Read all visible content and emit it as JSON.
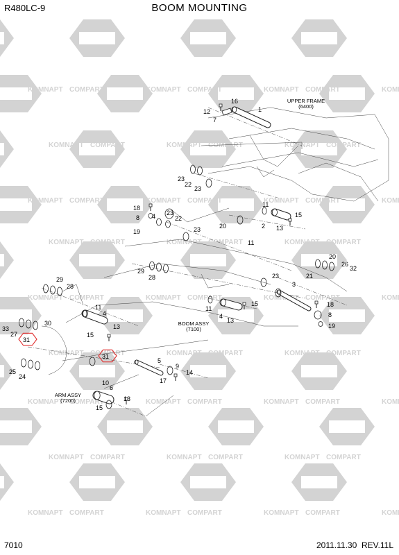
{
  "header": {
    "model": "R480LC-9",
    "title": "BOOM MOUNTING"
  },
  "footer": {
    "page_number": "7010",
    "date": "2011.11.30",
    "revision": "REV.11L"
  },
  "watermark": {
    "logo_a": "KOMNAPT",
    "logo_b": "COMPART",
    "color": "#d3d3d3"
  },
  "highlight_color": "#e03030",
  "assemblies": [
    {
      "name": "UPPER FRAME",
      "ref": "(6400)"
    },
    {
      "name": "BOOM ASSY",
      "ref": "(7100)"
    },
    {
      "name": "ARM ASSY",
      "ref": "(7200)"
    }
  ],
  "callouts": [
    "1",
    "2",
    "3",
    "4",
    "5",
    "6",
    "7",
    "8",
    "9",
    "10",
    "11",
    "12",
    "13",
    "14",
    "15",
    "16",
    "17",
    "18",
    "19",
    "20",
    "21",
    "22",
    "23",
    "24",
    "25",
    "26",
    "27",
    "28",
    "29",
    "30",
    "31",
    "32",
    "33"
  ]
}
